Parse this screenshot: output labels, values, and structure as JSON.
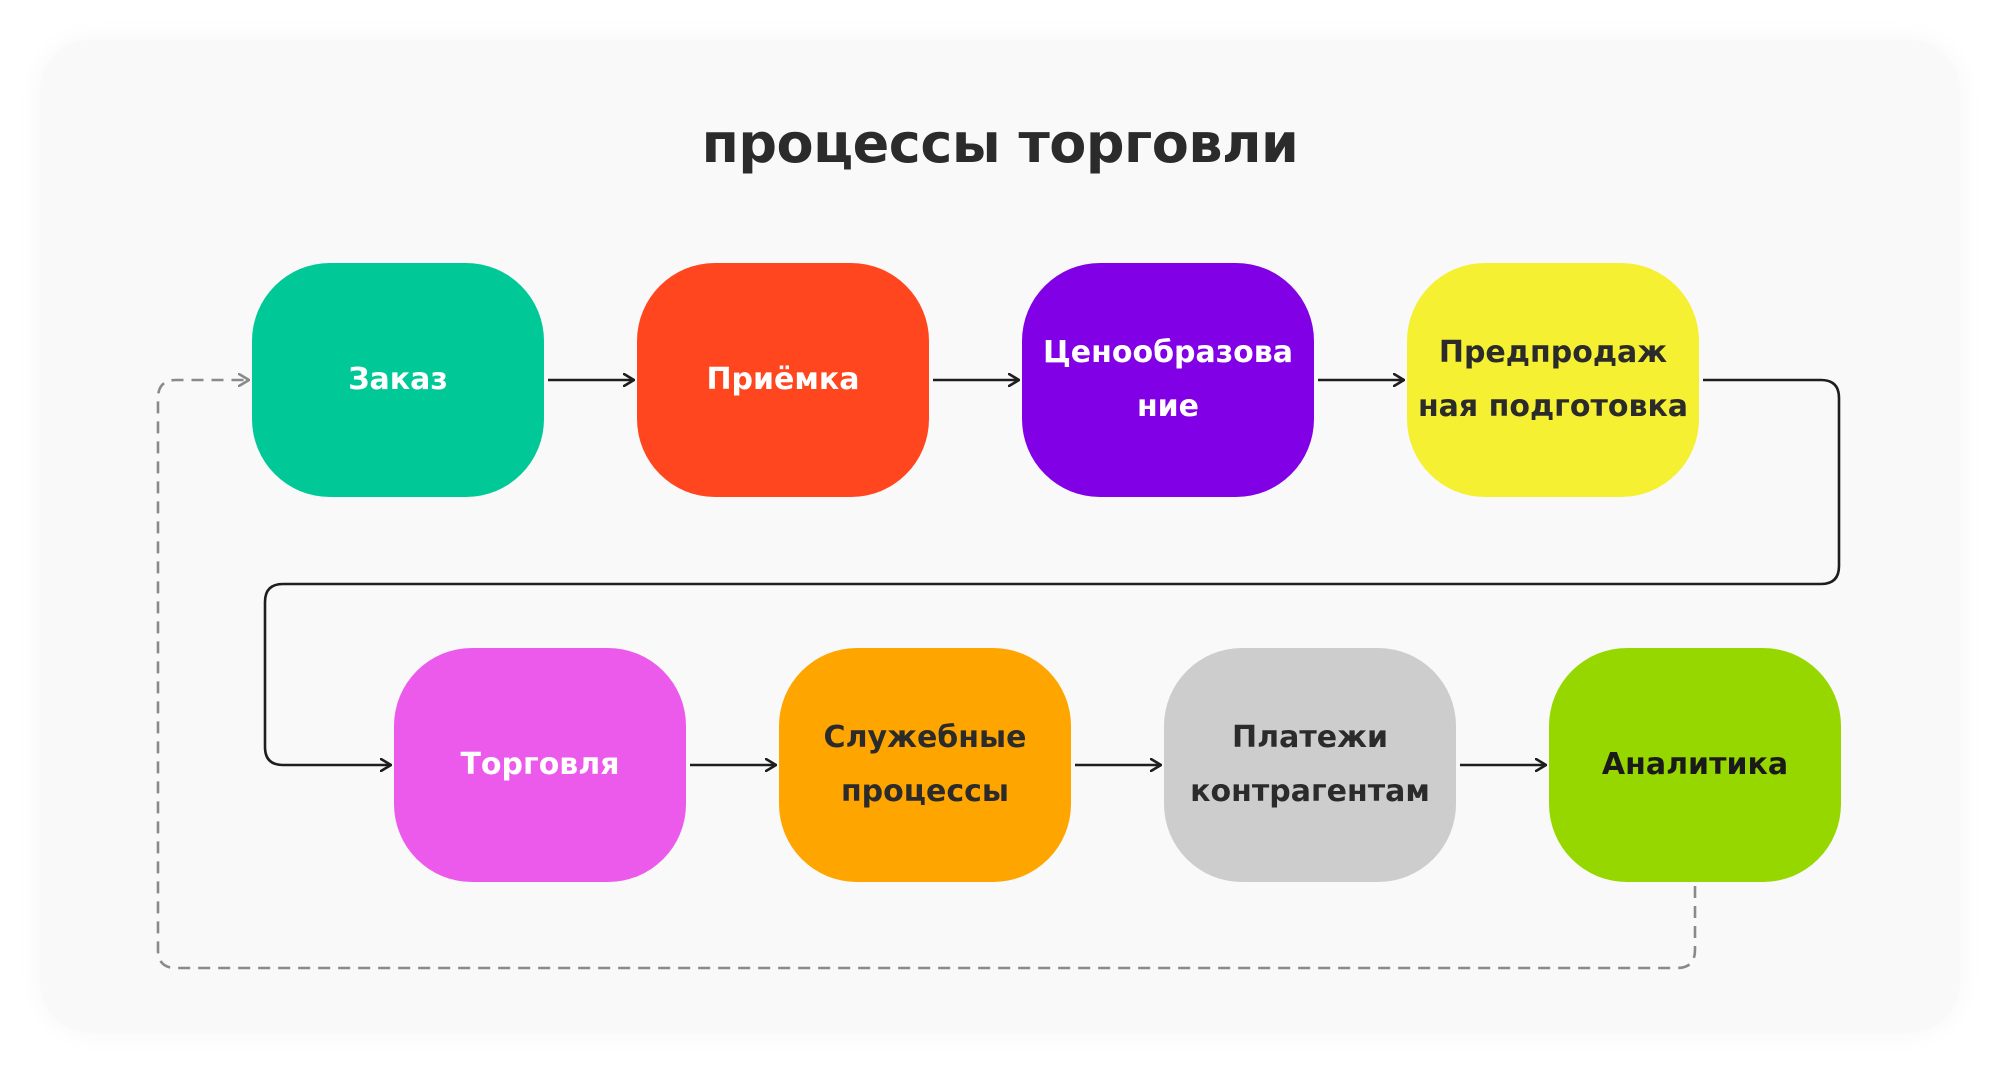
{
  "diagram": {
    "title": "процессы торговли",
    "nodes": [
      {
        "id": "n1",
        "label": "Заказ",
        "color": "#00c896",
        "text_color": "#ffffff"
      },
      {
        "id": "n2",
        "label": "Приёмка",
        "color": "#ff461e",
        "text_color": "#ffffff"
      },
      {
        "id": "n3",
        "label": "Ценообразова\nние",
        "color": "#8200e6",
        "text_color": "#ffffff"
      },
      {
        "id": "n4",
        "label": "Предпродаж\nная подготовка",
        "color": "#f6f032",
        "text_color": "#2b2b2b"
      },
      {
        "id": "n5",
        "label": "Торговля",
        "color": "#eb5aeb",
        "text_color": "#ffffff"
      },
      {
        "id": "n6",
        "label": "Служебные\nпроцессы",
        "color": "#ffa500",
        "text_color": "#2b2b2b"
      },
      {
        "id": "n7",
        "label": "Платежи\nконтрагентам",
        "color": "#cdcdcd",
        "text_color": "#2b2b2b"
      },
      {
        "id": "n8",
        "label": "Аналитика",
        "color": "#96d700",
        "text_color": "#1a1a1a"
      }
    ],
    "edges": [
      {
        "from": "n1",
        "to": "n2",
        "style": "solid"
      },
      {
        "from": "n2",
        "to": "n3",
        "style": "solid"
      },
      {
        "from": "n3",
        "to": "n4",
        "style": "solid"
      },
      {
        "from": "n4",
        "to": "n5",
        "style": "solid"
      },
      {
        "from": "n5",
        "to": "n6",
        "style": "solid"
      },
      {
        "from": "n6",
        "to": "n7",
        "style": "solid"
      },
      {
        "from": "n7",
        "to": "n8",
        "style": "solid"
      },
      {
        "from": "n8",
        "to": "n1",
        "style": "dashed"
      }
    ],
    "colors": {
      "background": "#ffffff",
      "card": "#f9f9f9",
      "title": "#2b2b2b",
      "arrow": "#1e1e1e",
      "dashed_arrow": "#8a8a8a"
    }
  }
}
